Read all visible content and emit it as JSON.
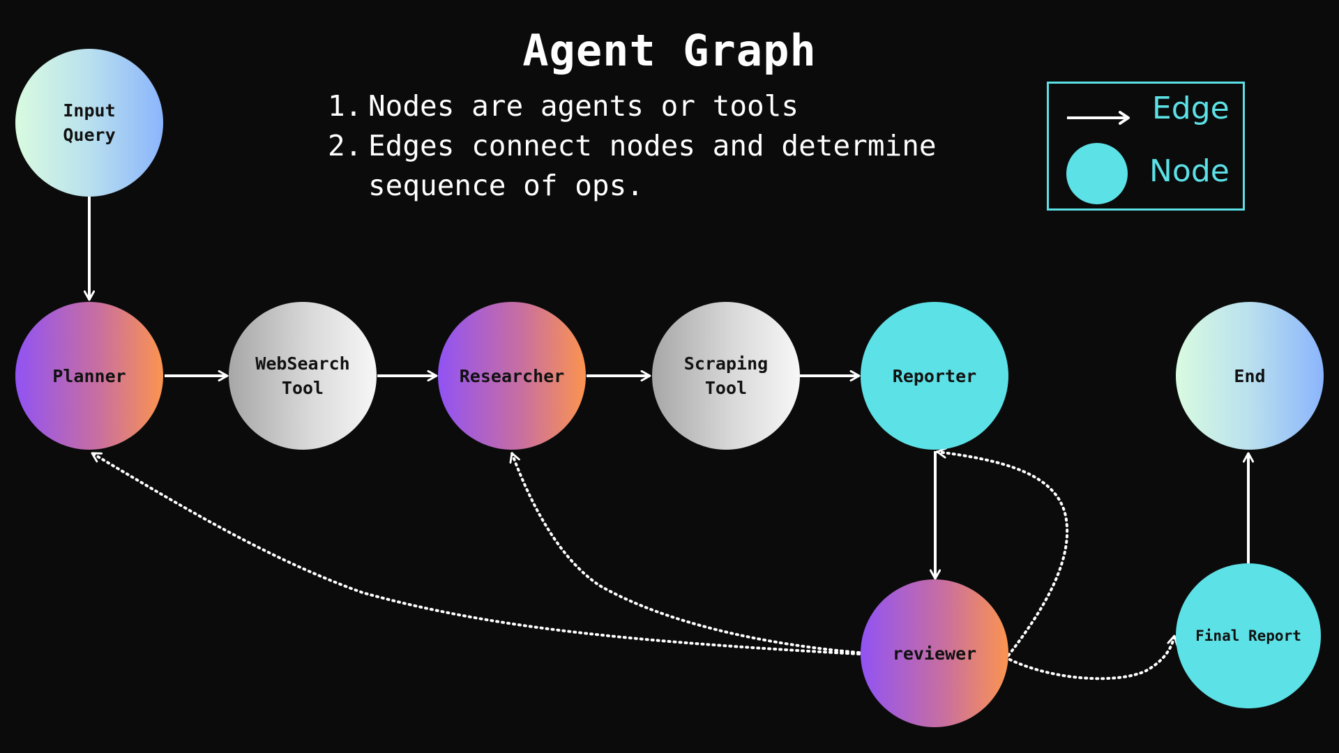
{
  "title": "Agent Graph",
  "notes": [
    {
      "num": "1.",
      "text": "Nodes are agents or tools"
    },
    {
      "num": "2.",
      "text": "Edges connect nodes and determine sequence of ops."
    }
  ],
  "legend": {
    "edge_label": "Edge",
    "node_label": "Node",
    "color": "#5ce1e6"
  },
  "nodes": {
    "input_query": "Input\nQuery",
    "planner": "Planner",
    "websearch_tool": "WebSearch\nTool",
    "researcher": "Researcher",
    "scraping_tool": "Scraping\nTool",
    "reporter": "Reporter",
    "end": "End",
    "reviewer": "reviewer",
    "final_report": "Final Report"
  },
  "colors": {
    "background": "#0b0b0b",
    "accent_cyan": "#5ce1e6",
    "gradient_purple_orange": [
      "#9153f4",
      "#fb9450"
    ],
    "gradient_pastel": [
      "#d9fbe0",
      "#8bb5fc"
    ],
    "gradient_gray": [
      "#a7a7a7",
      "#f7f7f7"
    ]
  }
}
